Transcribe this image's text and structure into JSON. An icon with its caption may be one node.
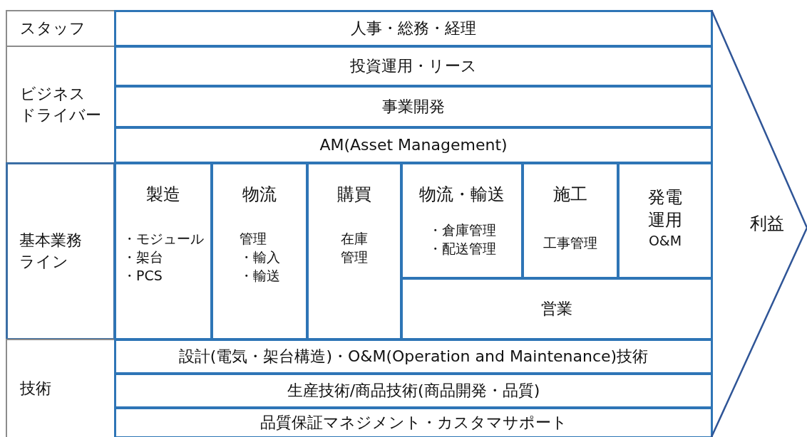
{
  "diagram": {
    "nodes": [
      {
        "text": [
          "スタッフ"
        ]
      },
      {
        "text": [
          "人事・総務・経理"
        ]
      },
      {
        "text": [
          "ビジネスドライバー"
        ]
      },
      {
        "text": [
          "投資運用・リース"
        ]
      },
      {
        "text": [
          "事業開発"
        ]
      },
      {
        "text": [
          "AM(Asset Management)"
        ]
      },
      {
        "text": [
          "基本業務ライン"
        ]
      },
      {
        "text": [
          "製造",
          "・モジュール",
          "・架台",
          "・PCS"
        ]
      },
      {
        "text": [
          "物流",
          "管理",
          "・輸入",
          "・輸送"
        ]
      },
      {
        "text": [
          "購買",
          "在庫管理"
        ]
      },
      {
        "text": [
          "物流・輸送",
          "・倉庫管理",
          "・配送管理"
        ]
      },
      {
        "text": [
          "施工",
          "工事管理"
        ]
      },
      {
        "text": [
          "発電運用",
          "O&M"
        ]
      },
      {
        "text": [
          "営業"
        ]
      },
      {
        "text": [
          "技術"
        ]
      },
      {
        "text": [
          "設計(電気・架台構造)・O&M(Operation and Maintenance)技術"
        ]
      },
      {
        "text": [
          "生産技術/商品技術(商品開発・品質)"
        ]
      },
      {
        "text": [
          "品質保証マネジメント・カスタマサポート"
        ]
      },
      {
        "text": [
          "利益"
        ]
      }
    ],
    "edges": []
  }
}
